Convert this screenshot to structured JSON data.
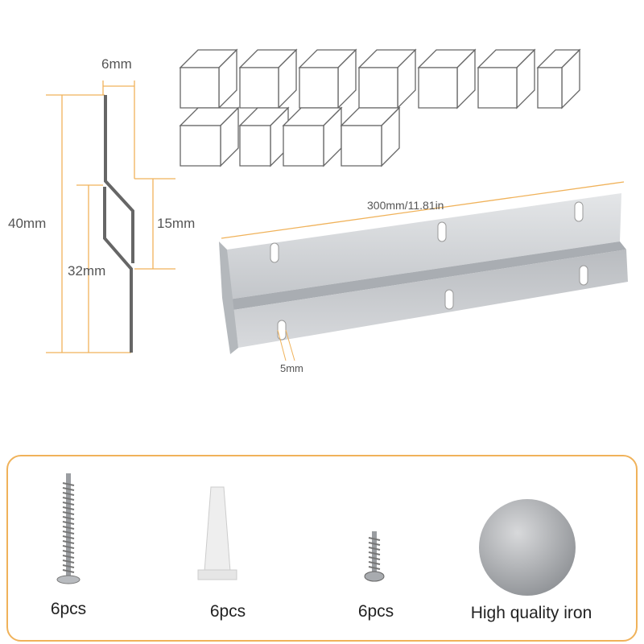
{
  "title": "PRODUCT SIZE",
  "profile": {
    "width": "6mm",
    "height": "40mm",
    "lower": "32mm",
    "offset": "15mm"
  },
  "bracket": {
    "length": "300mm/11.81in",
    "slot": "5mm"
  },
  "accessories": [
    {
      "name": "screw-long",
      "label": "6pcs"
    },
    {
      "name": "wall-anchor",
      "label": "6pcs"
    },
    {
      "name": "screw-short",
      "label": "6pcs"
    },
    {
      "name": "iron-sample",
      "label": "High quality iron"
    }
  ],
  "colors": {
    "dimension": "#f0b25a",
    "profile": "#666666",
    "metal": "#c9ccd0"
  }
}
